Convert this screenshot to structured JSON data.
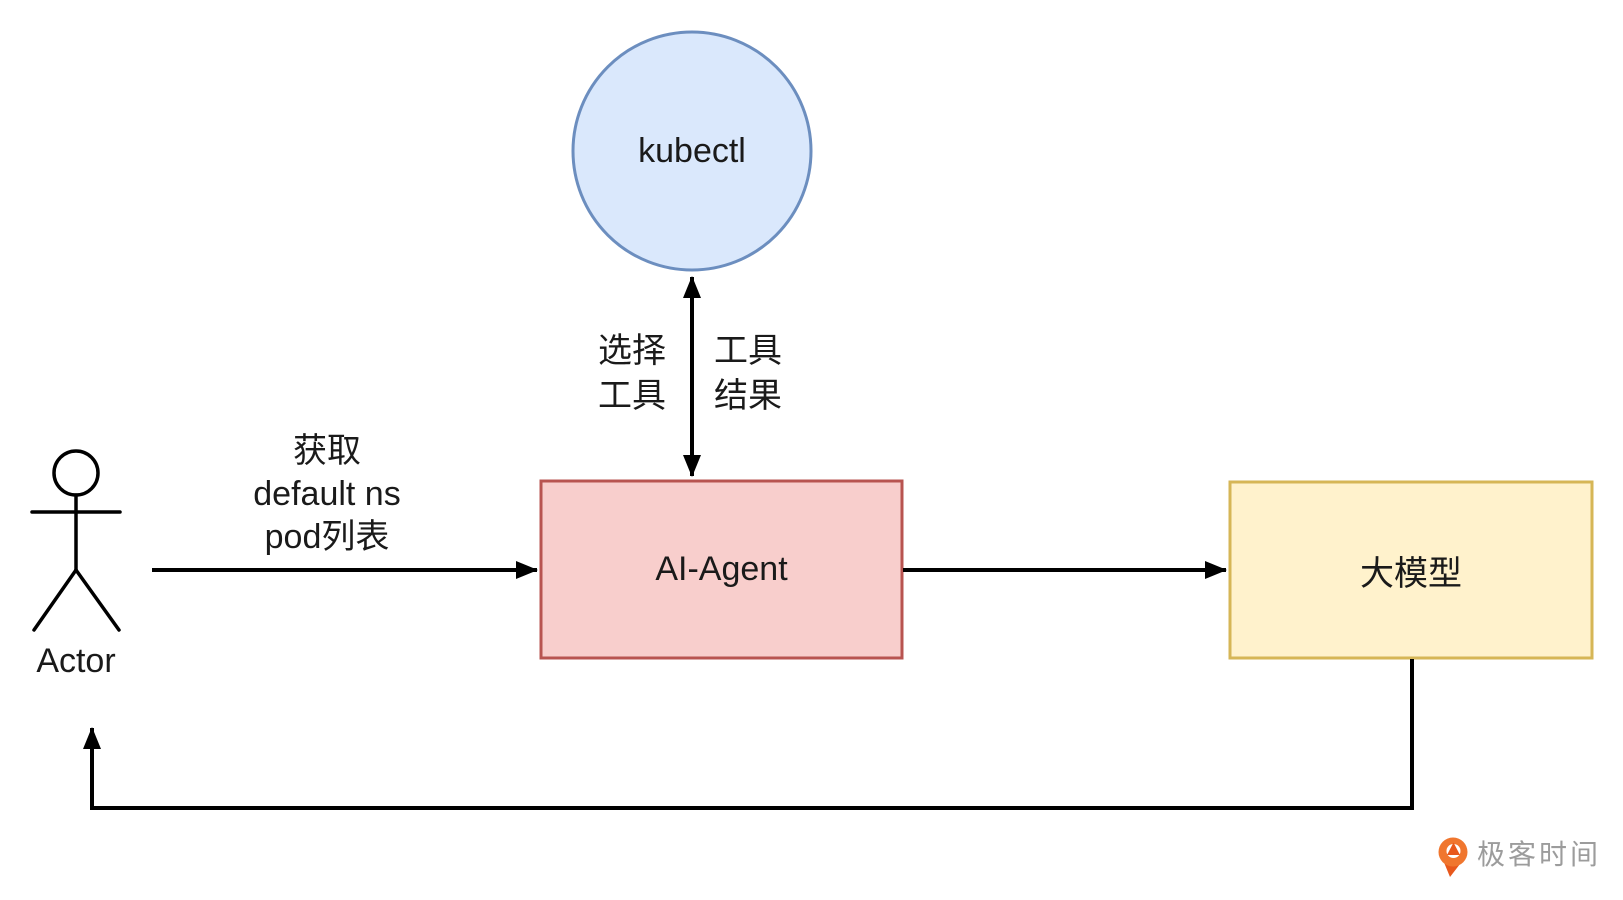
{
  "page": {
    "background": "#ffffff",
    "ink": "#000000"
  },
  "nodes": {
    "kubectl": {
      "label": "kubectl",
      "shape": "circle",
      "fill": "#dae8fc",
      "stroke": "#6c8ebf"
    },
    "ai_agent": {
      "label": "AI-Agent",
      "shape": "rectangle",
      "fill": "#f8cecc",
      "stroke": "#b85450"
    },
    "llm": {
      "label": "大模型",
      "shape": "rectangle",
      "fill": "#fff2cc",
      "stroke": "#d6b656"
    },
    "actor": {
      "label": "Actor",
      "shape": "stick-figure",
      "stroke": "#000000"
    }
  },
  "edges": {
    "actor_to_agent": {
      "arrow": "actor → ai_agent",
      "color": "#000000",
      "label_lines": [
        "获取",
        "default ns",
        "pod列表"
      ]
    },
    "agent_kubectl": {
      "arrow": "ai_agent ↔ kubectl",
      "color": "#000000",
      "left_label_lines": [
        "选择",
        "工具"
      ],
      "right_label_lines": [
        "工具",
        "结果"
      ]
    },
    "agent_to_llm": {
      "arrow": "ai_agent → llm",
      "color": "#000000"
    },
    "llm_to_actor": {
      "arrow": "llm → actor",
      "color": "#000000"
    }
  },
  "watermark": {
    "text": "极客时间",
    "text_color": "#9c9c9c",
    "icon_color": "#f0762e",
    "icon_color_dark": "#e8581c"
  }
}
